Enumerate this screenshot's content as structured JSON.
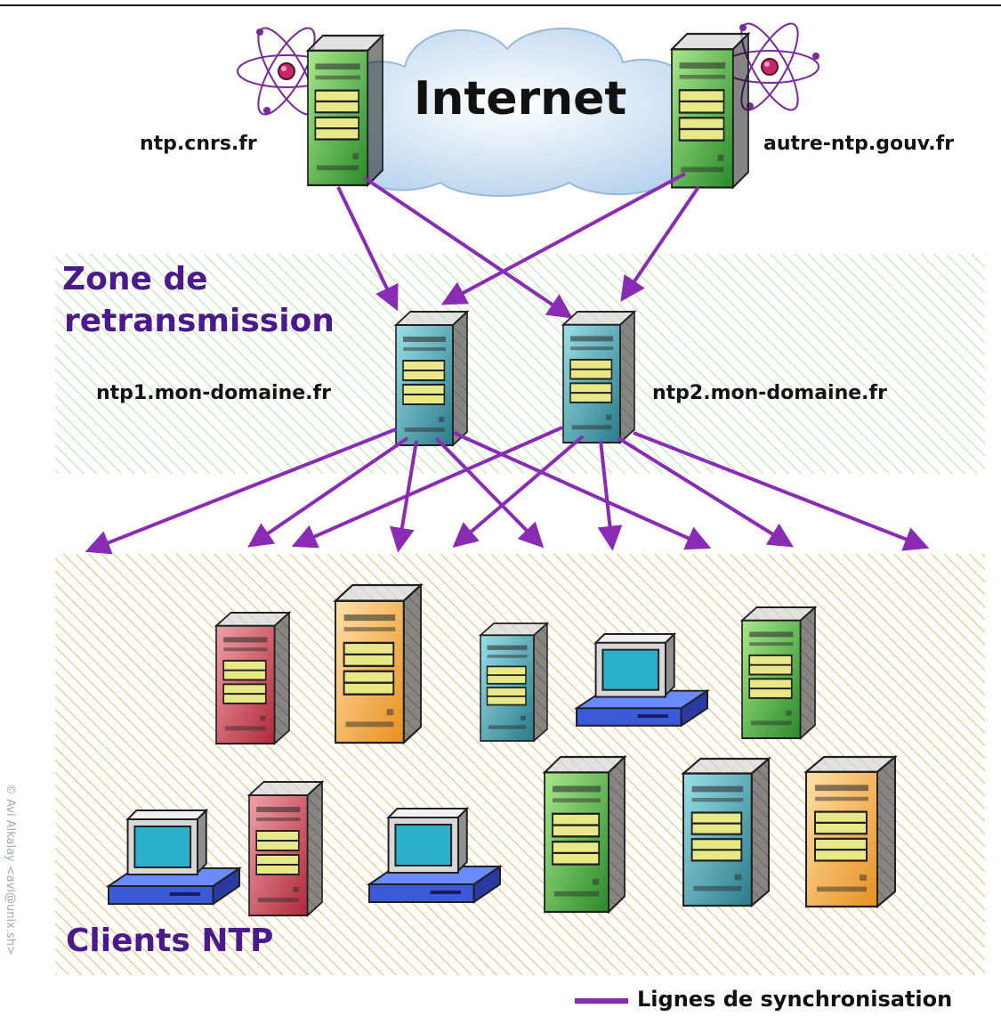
{
  "title_bar_line": true,
  "cloud": {
    "label": "Internet"
  },
  "servers": {
    "top_left": "ntp.cnrs.fr",
    "top_right": "autre-ntp.gouv.fr",
    "mid_left": "ntp1.mon-domaine.fr",
    "mid_right": "ntp2.mon-domaine.fr"
  },
  "zones": {
    "relay_line1": "Zone de",
    "relay_line2": "retransmission",
    "clients": "Clients NTP"
  },
  "legend": {
    "label": "Lignes de synchronisation"
  },
  "copyright": "© Avi Alkalay <avi@unix.sh>",
  "colors": {
    "arrow": "#8a2bb5",
    "zone_text": "#4a1a8c",
    "relay_hatch": "#b8e0a8",
    "client_hatch": "#e8b870",
    "green_server": "#3aa83a",
    "teal_server": "#3a9aa8",
    "red_server": "#c83848",
    "orange_server": "#f0a838",
    "monitor_base": "#3a5ad8"
  },
  "icons": [
    "atom-icon",
    "server-icon",
    "workstation-icon",
    "cloud-icon"
  ]
}
